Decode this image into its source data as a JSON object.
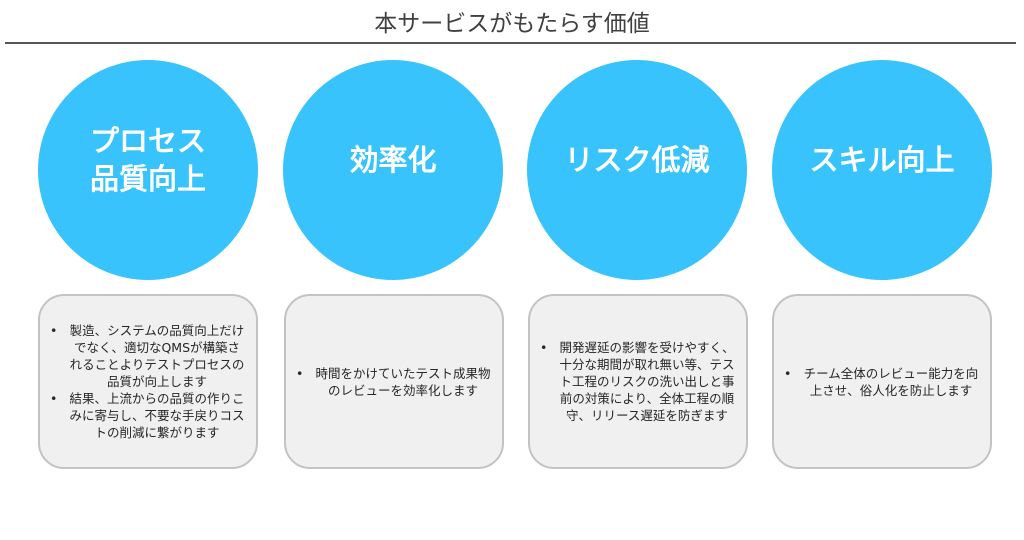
{
  "title": "本サービスがもたらす価値",
  "colors": {
    "circle_fill": "#38c3fc",
    "card_fill": "#f0f0f0",
    "card_border": "#c3c3c3",
    "title_text": "#404040",
    "rule": "#555555"
  },
  "values": [
    {
      "heading": "プロセス\n品質向上",
      "bullets": [
        "製造、システムの品質向上だけでなく、適切なQMSが構築されることよりテストプロセスの品質が向上します",
        "結果、上流からの品質の作りこみに寄与し、不要な手戻りコストの削減に繋がります"
      ]
    },
    {
      "heading": "効率化",
      "bullets": [
        "時間をかけていたテスト成果物のレビューを効率化します"
      ]
    },
    {
      "heading": "リスク低減",
      "bullets": [
        "開発遅延の影響を受けやすく、十分な期間が取れ無い等、テスト工程のリスクの洗い出しと事前の対策により、全体工程の順守、リリース遅延を防ぎます"
      ]
    },
    {
      "heading": "スキル向上",
      "bullets": [
        "チーム全体のレビュー能力を向上させ、俗人化を防止します"
      ]
    }
  ],
  "bullet_glyph": "•"
}
